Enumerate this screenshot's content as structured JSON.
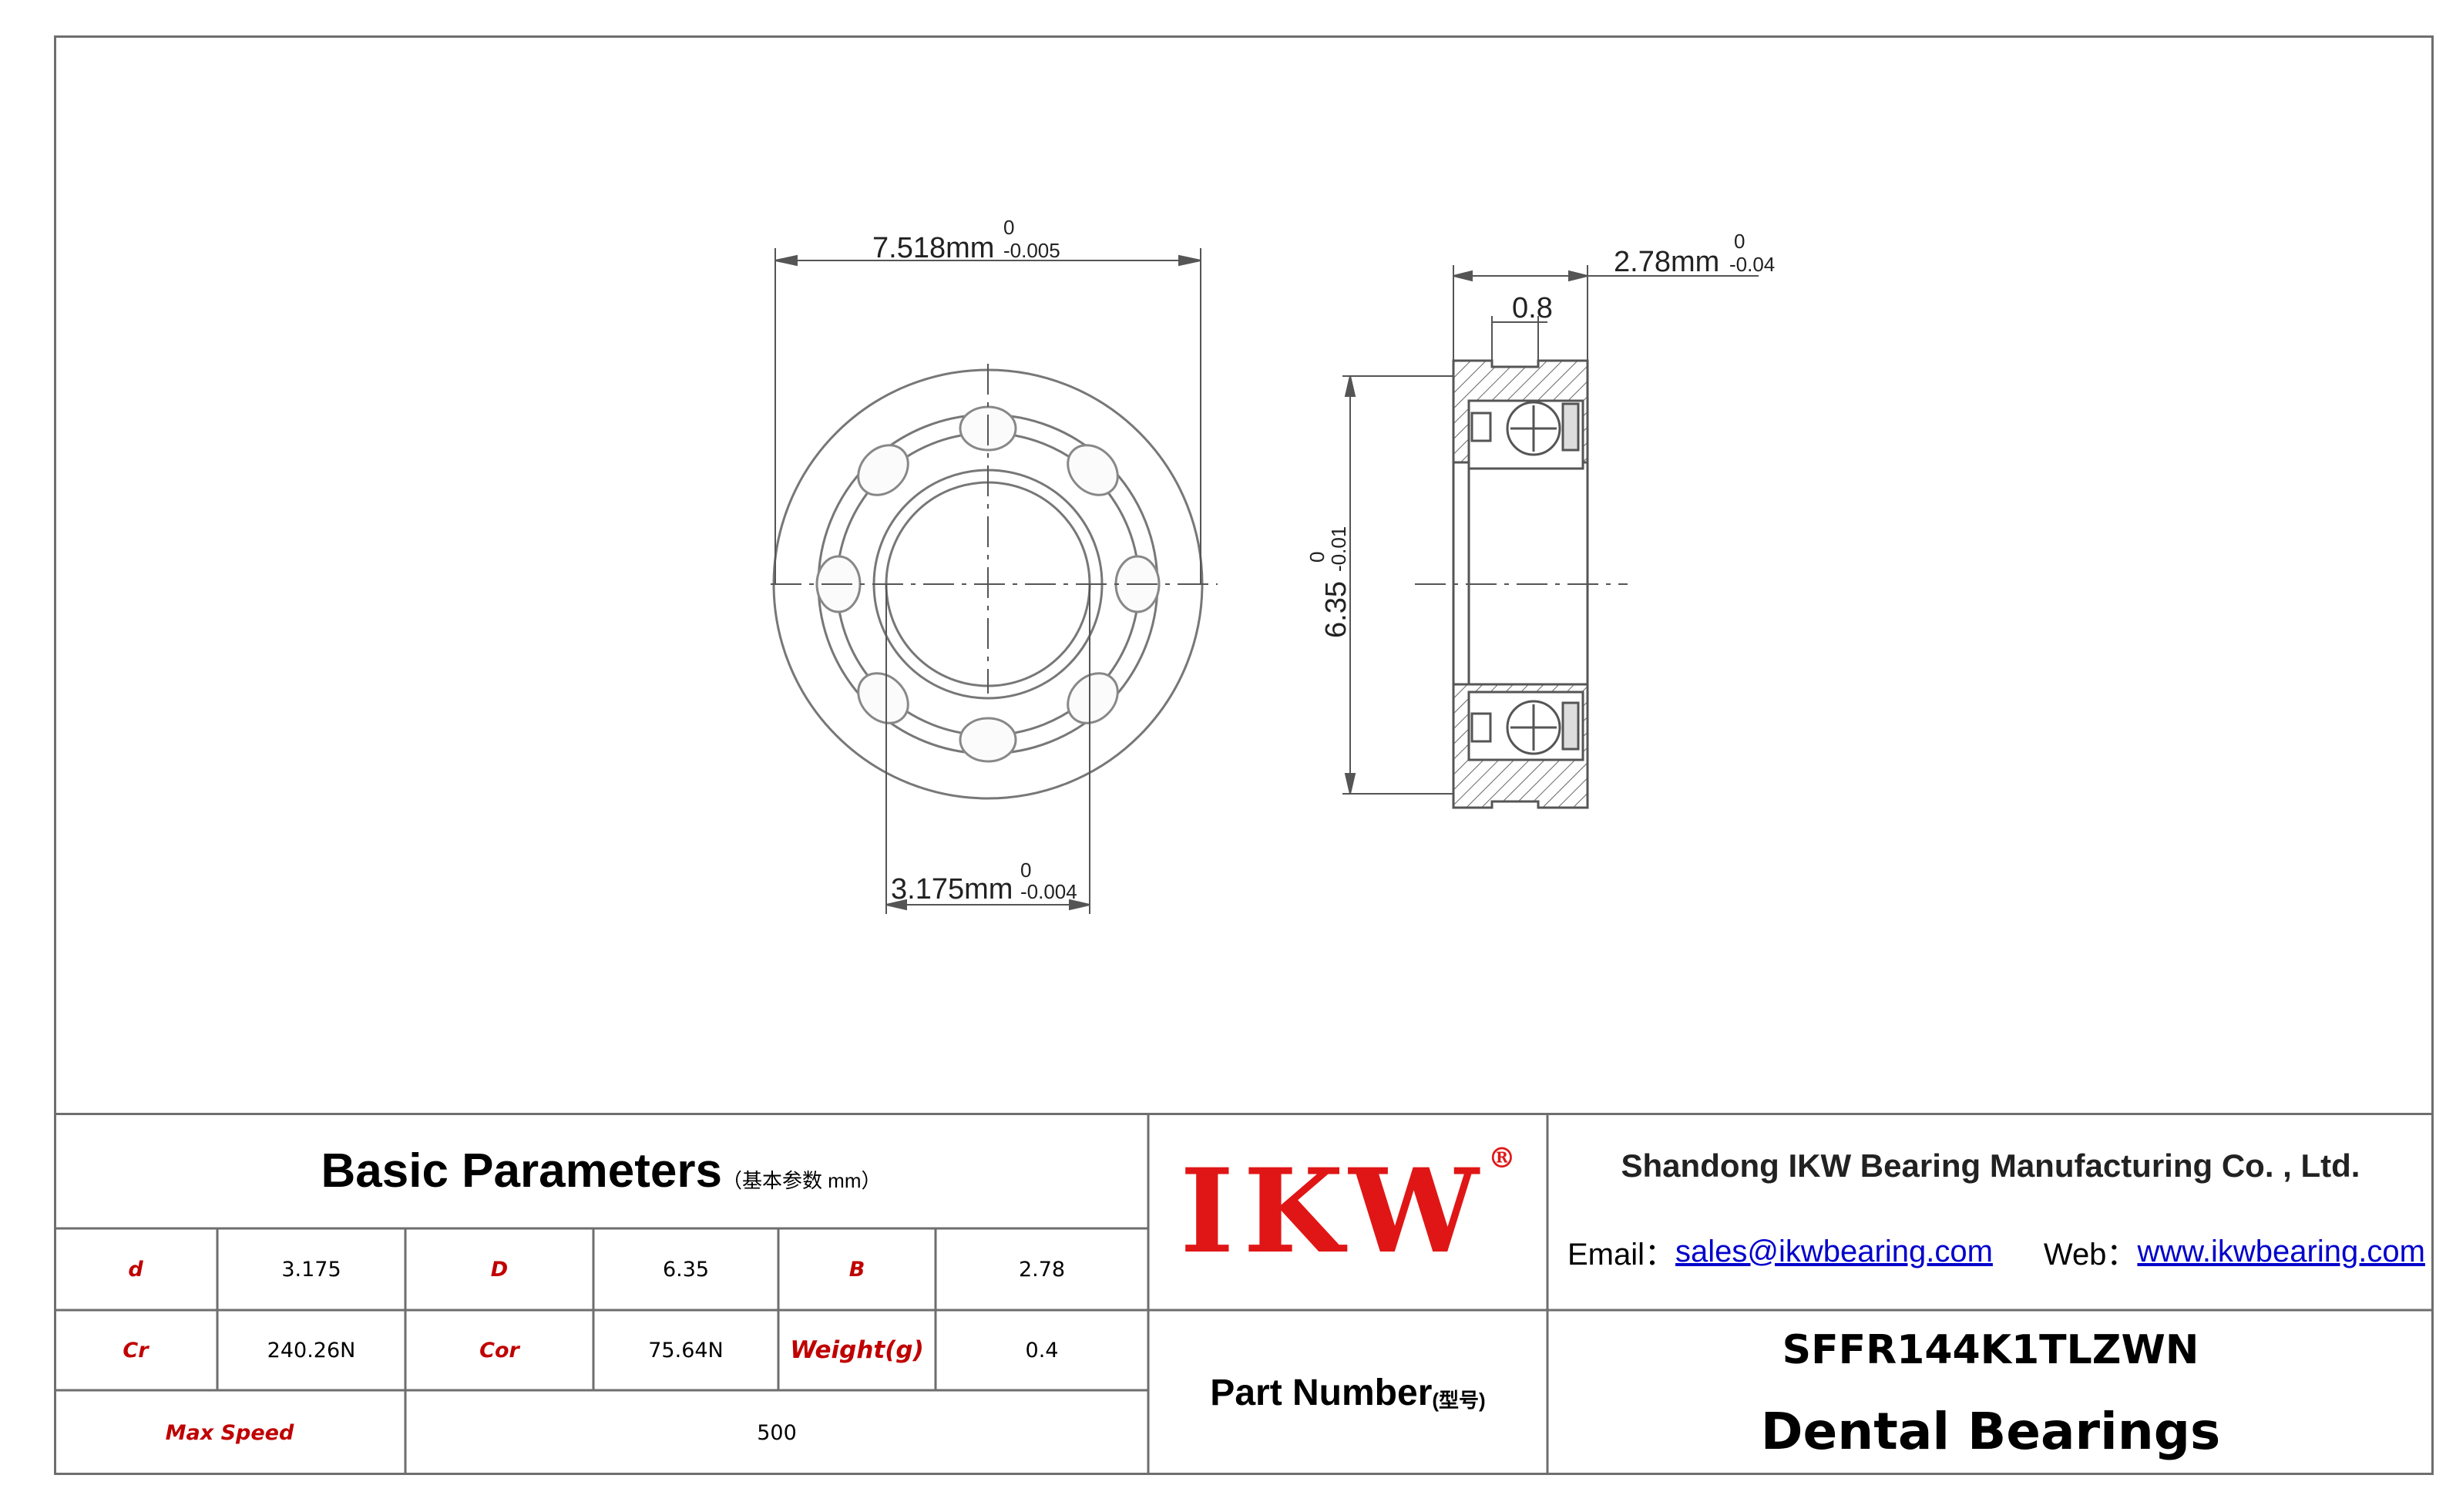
{
  "drawing": {
    "dim_outer_diameter": {
      "value": "7.518mm",
      "upper": "0",
      "lower": "-0.005"
    },
    "dim_bore": {
      "value": "3.175mm",
      "upper": "0",
      "lower": "-0.004"
    },
    "dim_width": {
      "value": "2.78mm",
      "upper": "0",
      "lower": "-0.04"
    },
    "dim_flange": {
      "value": "0.8"
    },
    "dim_flange_diameter": {
      "value": "6.35",
      "upper": "0",
      "lower": "-0.01"
    }
  },
  "parameters": {
    "title": "Basic Parameters",
    "subtitle": "（基本参数 mm）",
    "rows": [
      [
        {
          "label": "d",
          "value": "3.175"
        },
        {
          "label": "D",
          "value": "6.35"
        },
        {
          "label": "B",
          "value": "2.78"
        }
      ],
      [
        {
          "label": "Cr",
          "value": "240.26N"
        },
        {
          "label": "Cor",
          "value": "75.64N"
        },
        {
          "label": "Weight(g)",
          "value": "0.4"
        }
      ]
    ],
    "max_speed": {
      "label": "Max Speed",
      "value": "500"
    }
  },
  "brand": {
    "logo": "IKW",
    "registered": "®",
    "color": "#e01616"
  },
  "company": {
    "name": "Shandong IKW Bearing Manufacturing Co. , Ltd.",
    "email_label": "Email：",
    "email": "sales@ikwbearing.com",
    "web_label": "Web：",
    "web": "www.ikwbearing.com"
  },
  "part": {
    "label": "Part Number",
    "label_cn": "(型号)",
    "number": "SFFR144K1TLZWN",
    "product": "Dental Bearings"
  },
  "colors": {
    "line": "#555555",
    "border": "#6e6e6e",
    "label_red": "#c00000",
    "link": "#0000cc"
  }
}
